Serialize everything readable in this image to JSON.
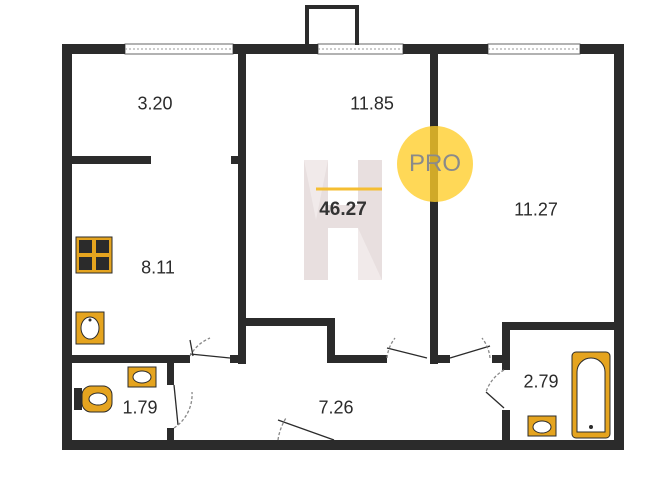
{
  "total_area": "46.27",
  "badge": {
    "label": "PRO"
  },
  "rooms": {
    "top_left": "3.20",
    "center_room": "11.85",
    "right_room": "11.27",
    "kitchen": "8.11",
    "wc": "1.79",
    "hall": "7.26",
    "bathroom": "2.79"
  },
  "colors": {
    "wall": "#2b2b2b",
    "fixture": "#e5a41f",
    "badge": "#ffcd28",
    "logo": "#e4dede",
    "line": "#2b2b2b"
  },
  "icons": {
    "logo": "h-logo-icon",
    "stove": "stove-icon",
    "sink": "sink-icon",
    "toilet": "toilet-icon",
    "bathtub": "bathtub-icon"
  }
}
